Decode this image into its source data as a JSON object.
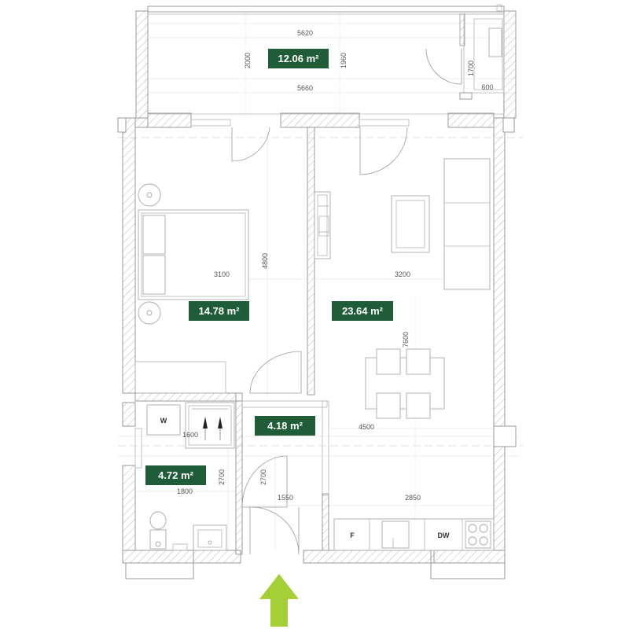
{
  "colors": {
    "badge": "#1f5c38",
    "entrance_arrow": "#a5cf36",
    "wall_stroke": "#9a9a9a"
  },
  "rooms": [
    {
      "id": "balcony",
      "area": "12.06 m²"
    },
    {
      "id": "bedroom",
      "area": "14.78 m²"
    },
    {
      "id": "living",
      "area": "23.64 m²"
    },
    {
      "id": "hall",
      "area": "4.18 m²"
    },
    {
      "id": "bathroom",
      "area": "4.72 m²"
    }
  ],
  "dimensions": [
    {
      "id": "balcony-width-outer",
      "value": "5620"
    },
    {
      "id": "balcony-width-inner",
      "value": "5660"
    },
    {
      "id": "balcony-depth-left",
      "value": "2000"
    },
    {
      "id": "balcony-depth-right",
      "value": "1960"
    },
    {
      "id": "balcony-side-depth",
      "value": "1700"
    },
    {
      "id": "balcony-side-width",
      "value": "600"
    },
    {
      "id": "bedroom-width",
      "value": "3100"
    },
    {
      "id": "bedroom-depth",
      "value": "4800"
    },
    {
      "id": "living-width",
      "value": "3200"
    },
    {
      "id": "living-depth",
      "value": "7600"
    },
    {
      "id": "wardrobe-width",
      "value": "1600"
    },
    {
      "id": "kitchen-span",
      "value": "4500"
    },
    {
      "id": "bathroom-width",
      "value": "1800"
    },
    {
      "id": "bathroom-depth",
      "value": "2700"
    },
    {
      "id": "hall-depth",
      "value": "2700"
    },
    {
      "id": "hall-width",
      "value": "1550"
    },
    {
      "id": "kitchen-width",
      "value": "2850"
    }
  ],
  "appliances": {
    "washer": "W",
    "fridge": "F",
    "dishwasher": "DW"
  },
  "icons": {
    "entrance": "entrance-arrow-icon"
  }
}
